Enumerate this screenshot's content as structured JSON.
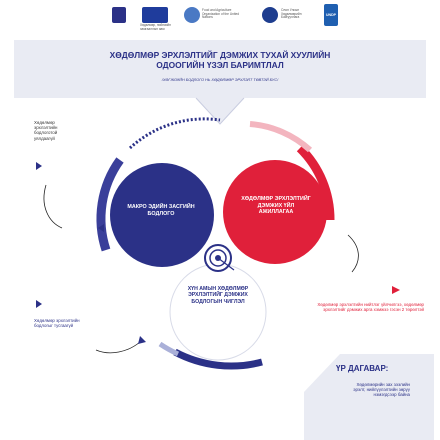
{
  "logos": {
    "fao_caption": "Food and Agriculture Organization of the United Nations",
    "ilo_caption": "Олон Улсын Хөдөлмөрийн Байгууллага",
    "undp_label": "UNDP",
    "mongolia_caption": "Хөдөлмөр, нийгмийн хамгааллын яам"
  },
  "header": {
    "title_line1": "ХӨДӨЛМӨР ЭРХЛЭЛТИЙГ ДЭМЖИХ ТУХАЙ ХУУЛИЙН",
    "title_line2": "ОДООГИЙН ҮЗЭЛ БАРИМТЛАЛ",
    "subtitle": "/ХӨГЖЛИЙН БОДЛОГО НЬ ХӨДӨЛМӨР ЭРХЛЭЛТ ТӨВТЭЙ БУС/"
  },
  "notes": {
    "top_left": "Хөдөлмөр эрхлэлтийн бодлоготой уялдаагүй",
    "mid_left": "Хөдөлмөр эрхлэлтийн бодлогыг тусгаагүй",
    "right": "Хөдөлмөр эрхлэлтийн нийтлэг үйлчилгээ, хөдөлмөр эрхлэлтийг дэмжих арга хэмжээ гэсэн 2 төрөлтэй"
  },
  "circles": {
    "left": "МАКРО ЭДИЙН ЗАСГИЙН БОДЛОГО",
    "right": "ХӨДӨЛМӨР ЭРХЛЭЛТИЙГ ДЭМЖИХ ҮЙЛ АЖИЛЛАГАА",
    "center": "ХҮН АМЫН ХӨДӨЛМӨР ЭРХЛЭЛТИЙГ ДЭМЖИХ БОДЛОГЫН ЧИГЛЭЛ"
  },
  "bottom": {
    "title": "ҮР ДАГАВАР:",
    "text": "Хөдөлмөрийн зах зээлийн эрэлт, нийлүүлэлтийн зөрүү нэмэгдсээр байна"
  },
  "colors": {
    "navy": "#2b3187",
    "red": "#e0203a",
    "header_bg": "#e9ebf3"
  }
}
